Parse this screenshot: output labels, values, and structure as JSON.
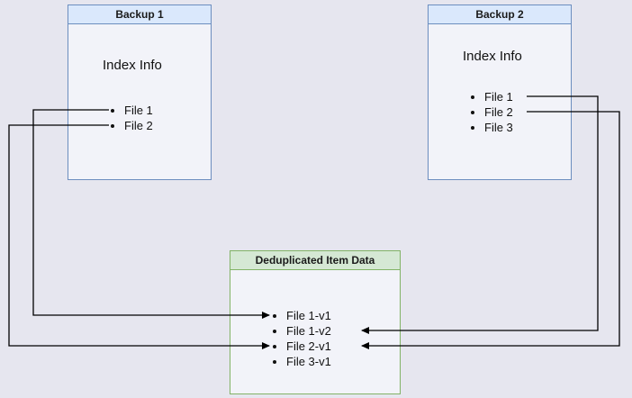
{
  "colors": {
    "background": "#e6e6ef",
    "box_fill": "#f2f3f9",
    "blue_border": "#6c8ebf",
    "blue_fill": "#dae8fc",
    "green_border": "#82b366",
    "green_fill": "#d5e8d4",
    "arrow": "#000000"
  },
  "backup1": {
    "title": "Backup 1",
    "section_label": "Index Info",
    "files": [
      "File 1",
      "File 2"
    ]
  },
  "backup2": {
    "title": "Backup 2",
    "section_label": "Index Info",
    "files": [
      "File 1",
      "File 2",
      "File 3"
    ]
  },
  "dedup": {
    "title": "Deduplicated Item Data",
    "items": [
      "File 1-v1",
      "File 1-v2",
      "File 2-v1",
      "File 3-v1"
    ]
  },
  "connections": [
    {
      "from": "Backup 1 / File 1",
      "to": "File 1-v1"
    },
    {
      "from": "Backup 1 / File 2",
      "to": "File 2-v1"
    },
    {
      "from": "Backup 2 / File 1",
      "to": "File 1-v2"
    },
    {
      "from": "Backup 2 / File 2",
      "to": "File 2-v1"
    }
  ]
}
